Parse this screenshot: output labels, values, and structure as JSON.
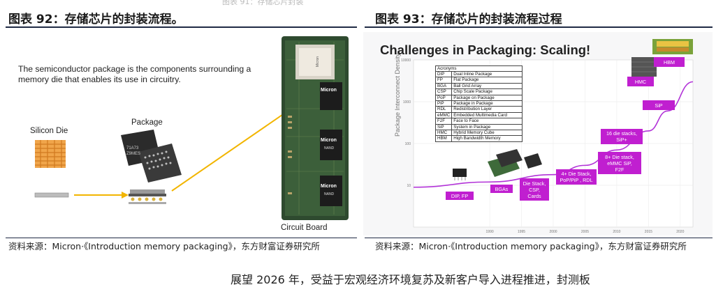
{
  "top_fragment": "图表 91：存储芯片封装",
  "left": {
    "title": "图表 92：存储芯片的封装流程。",
    "description": "The semiconductor package is the components surrounding a memory die that enables its use in circuitry.",
    "silicon_die_label": "Silicon Die",
    "package_label": "Package",
    "board_label": "Circuit Board",
    "chip_brand": "Micron",
    "chip_sub": "NAND",
    "chip_marking": "71A73\nZ9MES",
    "source": "资料来源：Micron·《Introduction memory packaging》，东方财富证券研究所"
  },
  "right": {
    "title": "图表 93：存储芯片的封装流程过程",
    "chart_title": "Challenges in Packaging: Scaling!",
    "ylabel": "Package Interconnect Density",
    "acronyms_header": "Acronyms",
    "acronyms": [
      [
        "DIP",
        "Dual Inline Package"
      ],
      [
        "FP",
        "Flat Package"
      ],
      [
        "BGA",
        "Ball Grid Array"
      ],
      [
        "CSP",
        "Chip Scale Package"
      ],
      [
        "PoP",
        "Package on Package"
      ],
      [
        "PiP",
        "Package in Package"
      ],
      [
        "RDL",
        "Redistribution Layer"
      ],
      [
        "eMMC",
        "Embedded Multimedia Card"
      ],
      [
        "F2F",
        "Face to Face"
      ],
      [
        "SiP",
        "System in Package"
      ],
      [
        "HMC",
        "Hybrid Memory Cube"
      ],
      [
        "HBM",
        "High Bandwidth Memory"
      ]
    ],
    "tags": {
      "dip": "DIP, FP",
      "bga": "BGAs",
      "die_stack": "Die Stack,\nCSP,\nCards",
      "four_die": "4+ Die Stack,\nPoP/PiP , RDL",
      "eight_die": "8+ Die stack,\neMMC SiP,\nF2F",
      "sixteen": "16 die stacks,\nSiP+",
      "sip": "SiP",
      "hmc": "HMC",
      "hbm": "HBM"
    },
    "source": "资料来源：Micron·《Introduction memory packaging》，东方财富证券研究所",
    "chart_data": {
      "type": "line",
      "title": "Challenges in Packaging: Scaling!",
      "ylabel": "Package Interconnect Density",
      "yscale": "log",
      "ylim": [
        1,
        10000
      ],
      "ytick_labels": [
        "10000",
        "1000",
        "100",
        "10"
      ],
      "xtick_labels": [
        "1990",
        "1995",
        "2000",
        "2005",
        "2010",
        "2015",
        "2020"
      ],
      "series": [
        {
          "x": [
            1978,
            1990,
            2000,
            2005,
            2010,
            2015,
            2018,
            2022
          ],
          "y": [
            9,
            12,
            18,
            30,
            70,
            200,
            600,
            3000
          ]
        }
      ]
    }
  },
  "bottom_text": "展望 2026 年，受益于宏观经济环境复苏及新客户导入进程推进，封测板"
}
